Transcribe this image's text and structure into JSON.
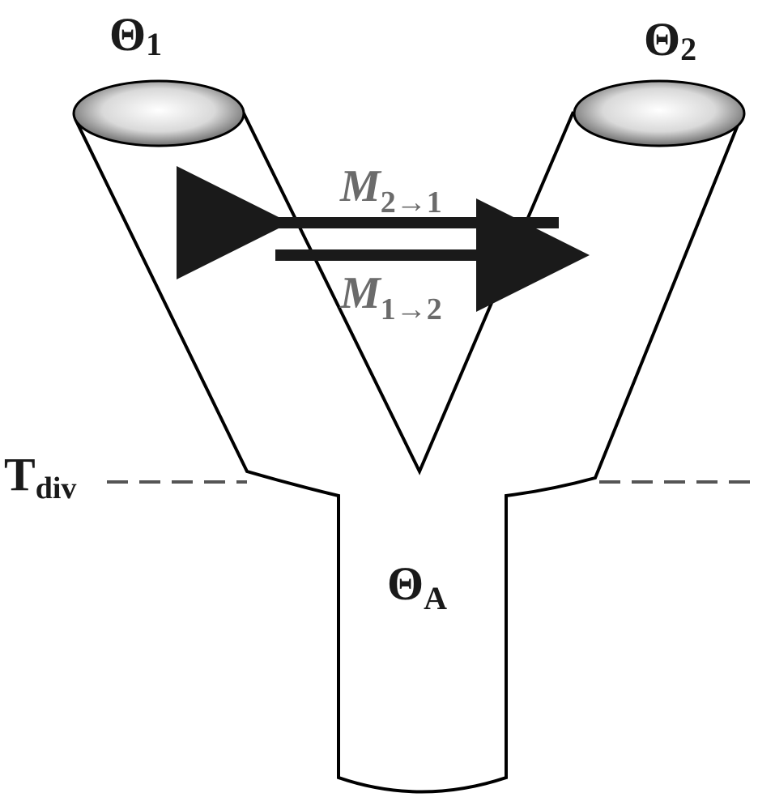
{
  "labels": {
    "pop1": {
      "symbol": "Θ",
      "sub": "1"
    },
    "pop2": {
      "symbol": "Θ",
      "sub": "2"
    },
    "ancestral": {
      "symbol": "Θ",
      "sub": "A"
    },
    "migration_2_to_1": {
      "symbol": "M",
      "sub": "2→1"
    },
    "migration_1_to_2": {
      "symbol": "M",
      "sub": "1→2"
    },
    "divergence_time": {
      "symbol": "T",
      "sub": "div"
    }
  },
  "colors": {
    "outline": "#000000",
    "arrow": "#1a1a1a",
    "migration_label": "#6b6b6b",
    "dashed_line": "#555555",
    "ellipse_light": "#ffffff",
    "ellipse_dark": "#5a5a5a"
  }
}
